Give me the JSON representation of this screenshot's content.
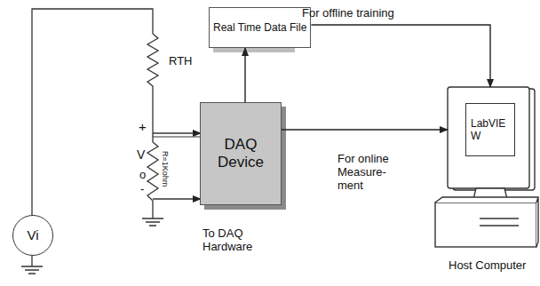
{
  "diagram": {
    "nodes": [
      {
        "text": [
          "Vi"
        ]
      },
      {
        "text": [
          "Real Time Data File"
        ]
      },
      {
        "text": [
          "DAQ Device"
        ]
      },
      {
        "text": [
          "LabVIE W"
        ]
      }
    ],
    "edges": [
      {
        "from": 2,
        "to": 1,
        "arrow": "to"
      },
      {
        "from": 1,
        "to": 3,
        "arrow": "to"
      },
      {
        "from": 2,
        "to": 3,
        "arrow": "to"
      }
    ],
    "labels": [
      "RTH",
      "+",
      "V",
      "o",
      "-",
      "R=1Kohm",
      "For offline training",
      "For online Measure- ment",
      "To DAQ Hardware",
      "Host Computer"
    ]
  }
}
